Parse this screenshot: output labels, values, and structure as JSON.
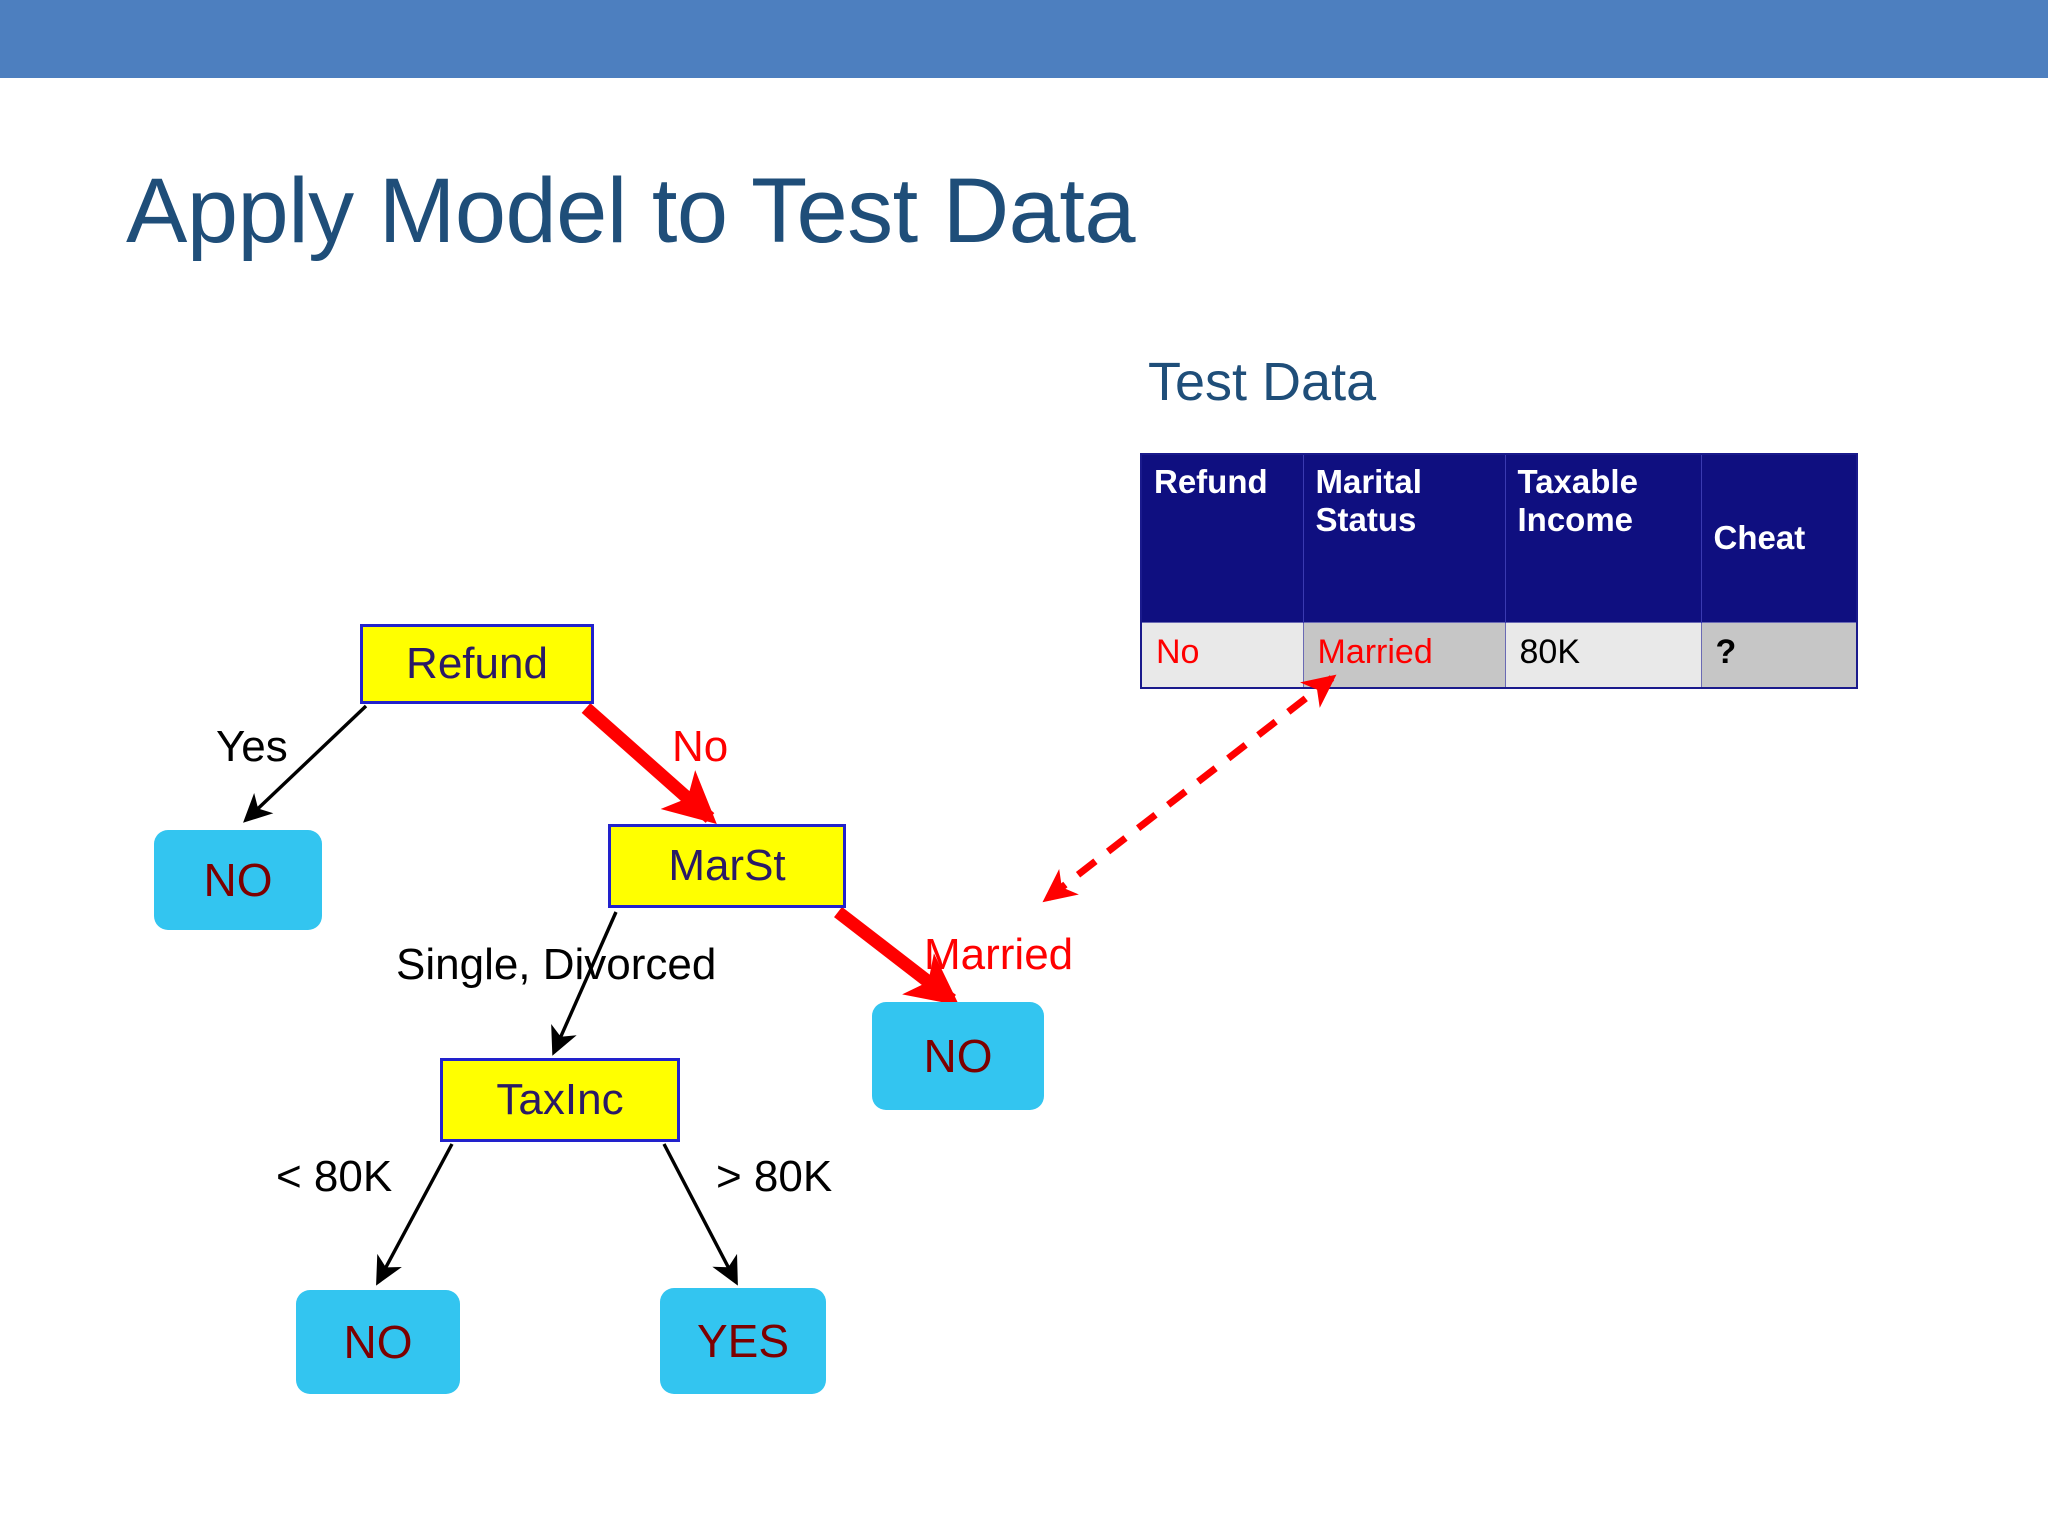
{
  "slide": {
    "title": "Apply Model to Test Data",
    "accent_bar_color": "#4d7fbf",
    "title_color": "#1f4e79",
    "background_color": "#ffffff"
  },
  "test_data": {
    "label": "Test Data",
    "header_bg": "#0f0f80",
    "header_text_color": "#ffffff",
    "columns": [
      {
        "label": "Refund"
      },
      {
        "label": "Marital Status"
      },
      {
        "label": "Taxable Income"
      },
      {
        "label": "Cheat"
      }
    ],
    "column_lines": {
      "refund_l1": "Refund",
      "refund_l2": "",
      "marital_l1": "Marital",
      "marital_l2": "Status",
      "income_l1": "Taxable",
      "income_l2": "Income",
      "cheat_l1": "Cheat"
    },
    "rows": [
      {
        "refund": "No",
        "marital_status": "Married",
        "taxable_income": "80K",
        "cheat": "?"
      }
    ],
    "highlight_color": "#ff0000"
  },
  "tree": {
    "decision_nodes": [
      {
        "id": "refund",
        "label": "Refund"
      },
      {
        "id": "marst",
        "label": "MarSt"
      },
      {
        "id": "taxinc",
        "label": "TaxInc"
      }
    ],
    "leaf_nodes": [
      {
        "id": "yes-no",
        "label": "NO"
      },
      {
        "id": "married-no",
        "label": "NO"
      },
      {
        "id": "lt80-no",
        "label": "NO"
      },
      {
        "id": "gt80-yes",
        "label": "YES"
      }
    ],
    "edge_labels": [
      {
        "id": "yes",
        "label": "Yes",
        "color": "#000000"
      },
      {
        "id": "no",
        "label": "No",
        "color": "#ff0000"
      },
      {
        "id": "singdiv",
        "label": "Single, Divorced",
        "color": "#000000"
      },
      {
        "id": "married",
        "label": "Married",
        "color": "#ff0000"
      },
      {
        "id": "lt80",
        "label": "< 80K",
        "color": "#000000"
      },
      {
        "id": "gt80",
        "label": "> 80K",
        "color": "#000000"
      }
    ],
    "node_fill": "#ffff00",
    "node_border": "#2222cc",
    "leaf_fill": "#33c5f0",
    "leaf_text": "#7d0000",
    "active_path_color": "#ff0000"
  }
}
